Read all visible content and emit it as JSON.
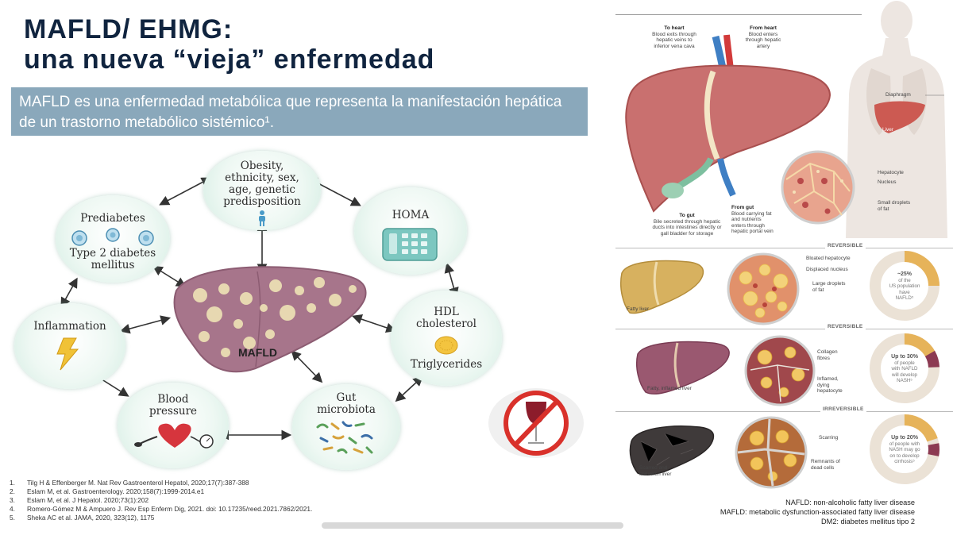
{
  "title": {
    "line1": "MAFLD/ EHMG:",
    "line2": "una nueva “vieja” enfermedad"
  },
  "banner": {
    "text": "MAFLD es una enfermedad metabólica que representa la manifestación hepática de un trastorno metabólico sistémico¹."
  },
  "diagram": {
    "center_label": "MAFLD",
    "nodes": {
      "risk": [
        "Obesity,",
        "ethnicity, sex,",
        "age, genetic",
        "predisposition"
      ],
      "homa": "HOMA",
      "prediabetes": "Prediabetes",
      "type2": [
        "Type 2 diabetes",
        "mellitus"
      ],
      "inflammation": "Inflammation",
      "hdl": [
        "HDL",
        "cholesterol"
      ],
      "triglycerides": "Triglycerides",
      "blood_pressure": [
        "Blood",
        "pressure"
      ],
      "gut": [
        "Gut",
        "microbiota"
      ]
    }
  },
  "references": [
    {
      "n": "1.",
      "text": "Tilg H & Effenberger M. Nat Rev Gastroenterol Hepatol, 2020;17(7):387-388"
    },
    {
      "n": "2.",
      "text": "Eslam M, et al. Gastroenterology. 2020;158(7):1999-2014.e1"
    },
    {
      "n": "3.",
      "text": "Eslam M, et al. J Hepatol. 2020;73(1):202"
    },
    {
      "n": "4.",
      "text": "Romero-Gómez M & Ampuero J. Rev Esp Enferm Dig, 2021. doi: 10.17235/reed.2021.7862/2021."
    },
    {
      "n": "5.",
      "text": "Sheka AC et al. JAMA, 2020, 323(12), 1175"
    }
  ],
  "legend": [
    "NAFLD: non-alcoholic fatty liver disease",
    "MAFLD: metabolic dysfunction-associated fatty liver disease",
    "DM2: diabetes mellitus tipo 2"
  ],
  "figure": {
    "to_heart": {
      "title": "To heart",
      "body": [
        "Blood exits through",
        "hepatic veins to",
        "inferior vena cava"
      ]
    },
    "from_heart": {
      "title": "From heart",
      "body": [
        "Blood enters",
        "through hepatic",
        "artery"
      ]
    },
    "to_gut": {
      "title": "To gut",
      "body": [
        "Bile secreted through hepatic",
        "ducts into intestines directly or",
        "gall bladder for storage"
      ]
    },
    "from_gut": {
      "title": "From gut",
      "body": [
        "Blood carrying fat",
        "and nutrients",
        "enters through",
        "hepatic portal vein"
      ]
    },
    "diaphragm": "Diaphragm",
    "liver": "Liver",
    "hepatocyte": "Hepatocyte",
    "nucleus": "Nucleus",
    "small_droplets": [
      "Small droplets",
      "of fat"
    ],
    "reversible_1": "REVERSIBLE",
    "reversible_2": "REVERSIBLE",
    "irreversible": "IRREVERSIBLE",
    "fatty_liver": "Fatty liver",
    "bloated": "Bloated hepatocyte",
    "displaced": "Displaced nucleus",
    "large_droplets": [
      "Large droplets",
      "of fat"
    ],
    "fatty_inflamed": "Fatty, inflamed liver",
    "collagen": [
      "Collagen",
      "fibres"
    ],
    "inflamed_dying": [
      "Inflamed,",
      "dying",
      "hepatocyte"
    ],
    "scarred": [
      "Scarred and",
      "shrunken liver"
    ],
    "scarring": "Scarring",
    "remnants": [
      "Remnants of",
      "dead cells"
    ],
    "donut1": {
      "big": "~25%",
      "body": [
        "of the",
        "US population",
        "have",
        "NAFLD⁵"
      ]
    },
    "donut2": {
      "big": "Up to 30%",
      "body": [
        "of people",
        "with NAFLD",
        "will develop",
        "NASH⁵"
      ]
    },
    "donut3": {
      "big": "Up to 20%",
      "body": [
        "of people with",
        "NASH may go",
        "on to develop",
        "cirrhosis⁵"
      ]
    }
  },
  "colors": {
    "title": "#10243f",
    "banner": "#8aa8bb",
    "liver": "#c9706f",
    "node_glow": "#d4ede3"
  }
}
